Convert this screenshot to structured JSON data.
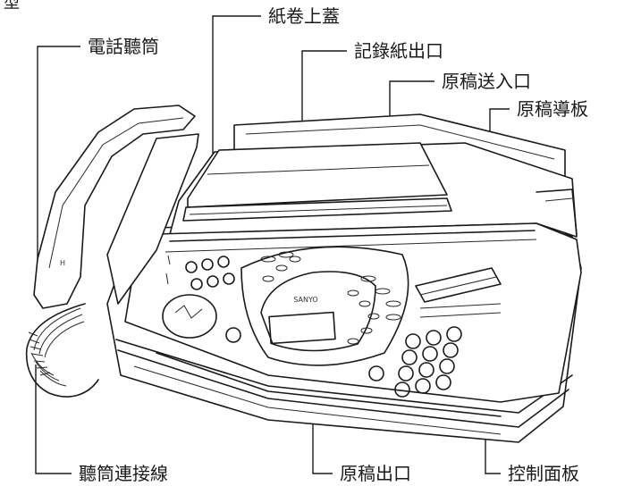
{
  "corner_mark": "型",
  "labels": {
    "handset": "電話聽筒",
    "paper_roll_cover": "紙卷上蓋",
    "recording_paper_exit": "記錄紙出口",
    "document_feed_entrance": "原稿送入口",
    "document_guide": "原稿導板",
    "handset_cord": "聽筒連接線",
    "document_exit": "原稿出口",
    "control_panel": "控制面板"
  },
  "device_brand": "SANYO"
}
